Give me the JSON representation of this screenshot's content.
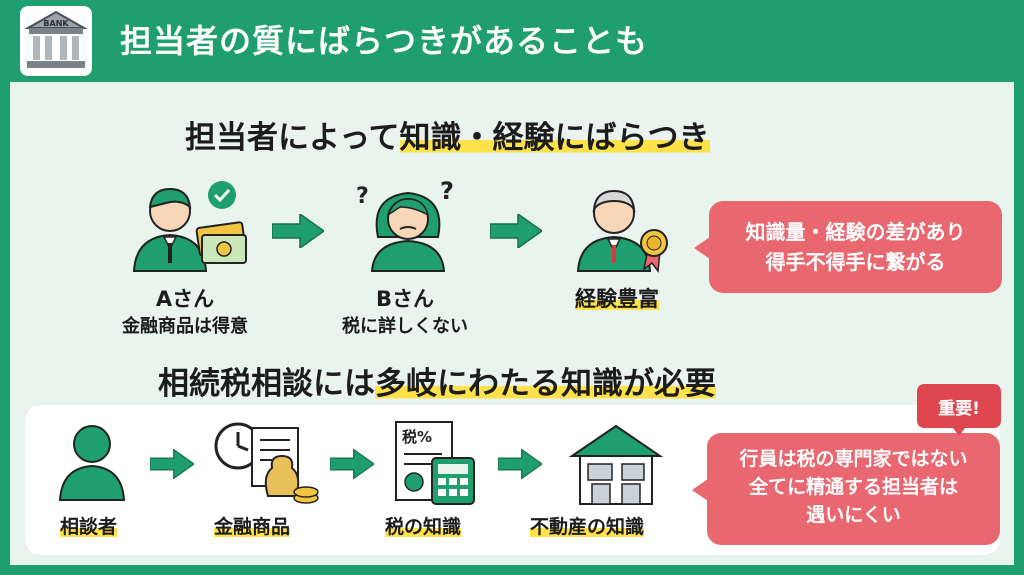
{
  "header": {
    "logo_text": "BANK",
    "title": "担当者の質にばらつきがあることも"
  },
  "section1": {
    "heading_plain": "担当者によって",
    "heading_highlight": "知識・経験にばらつき",
    "persons": [
      {
        "name": "Aさん",
        "desc": "金融商品は得意"
      },
      {
        "name": "Bさん",
        "desc": "税に詳しくない"
      },
      {
        "name": "経験豊富",
        "desc": ""
      }
    ],
    "bubble_lines": [
      "知識量・経験の差があり",
      "得手不得手に繋がる"
    ]
  },
  "section2": {
    "heading_plain_1": "相続税相談には",
    "heading_highlight": "多岐にわたる知識が必要",
    "flow": [
      "相談者",
      "金融商品",
      "税の知識",
      "不動産の知識"
    ],
    "tax_icon_text": "税%",
    "important_badge": "重要!",
    "bubble_lines": [
      "行員は税の専門家ではない",
      "全てに精通する担当者は",
      "遇いにくい"
    ]
  },
  "colors": {
    "brand_green": "#1f9e6f",
    "accent_red": "#e9686f",
    "highlight_yellow": "#ffe24a"
  }
}
